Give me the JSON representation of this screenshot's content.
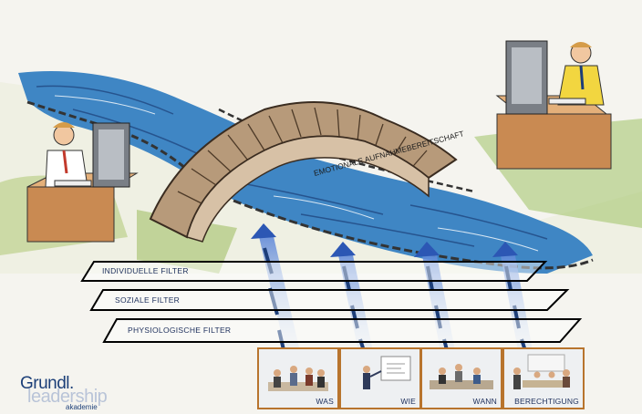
{
  "bridge_label": "EMOTIONALE AUFNAHMEBEREITSCHAFT",
  "filters": [
    {
      "label": "INDIVIDUELLE FILTER"
    },
    {
      "label": "SOZIALE FILTER"
    },
    {
      "label": "PHYSIOLOGISCHE FILTER"
    }
  ],
  "photos": [
    {
      "label": "WAS"
    },
    {
      "label": "WIE"
    },
    {
      "label": "WANN"
    },
    {
      "label": "BERECHTIGUNG"
    }
  ],
  "logo": {
    "line1": "Grundl.",
    "line2": "leadership",
    "line3": "akademie"
  },
  "colors": {
    "frame": "#b8742d",
    "navy": "#1d2f5c",
    "river": "#3f86c4",
    "bridge": "#b79a7a"
  }
}
